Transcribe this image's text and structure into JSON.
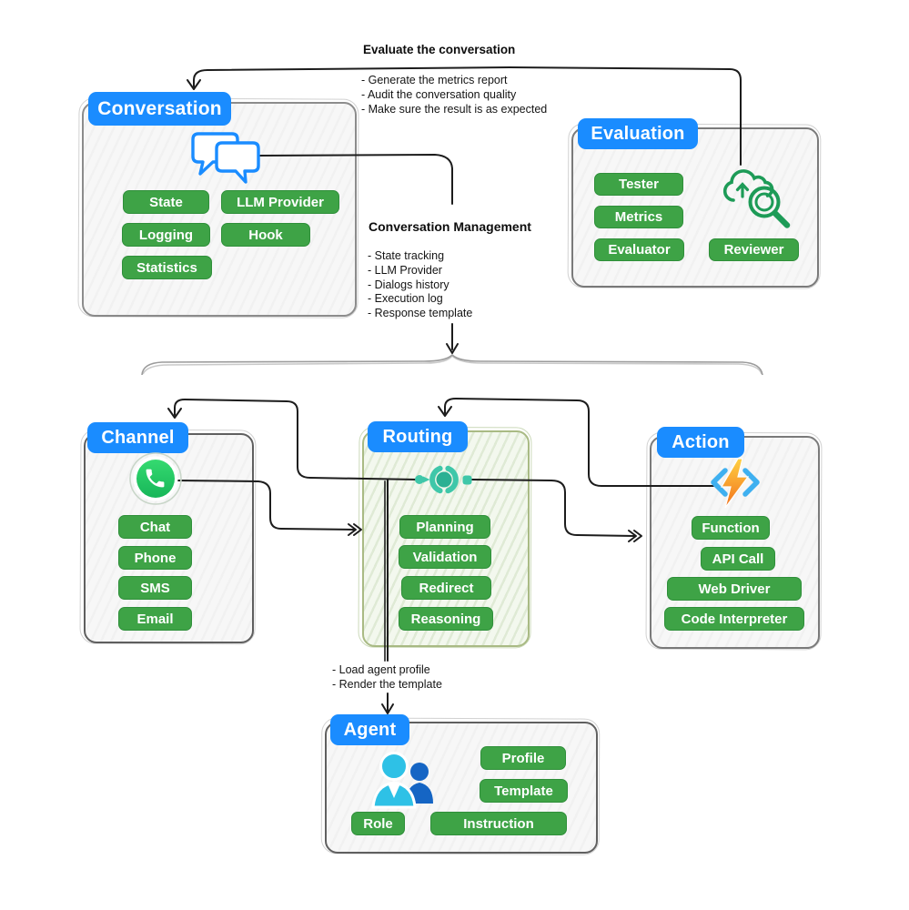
{
  "diagram": {
    "annotations": {
      "evaluate": {
        "title": "Evaluate the conversation",
        "items": [
          "- Generate the metrics report",
          "- Audit the conversation quality",
          "- Make sure the result is as expected"
        ]
      },
      "management": {
        "title": "Conversation Management",
        "items": [
          "- State tracking",
          "- LLM Provider",
          "- Dialogs history",
          "- Execution log",
          "- Response template"
        ]
      },
      "agent_load": {
        "items": [
          "- Load agent profile",
          "- Render the template"
        ]
      }
    },
    "nodes": {
      "conversation": {
        "label": "Conversation",
        "icon": "chat-bubbles",
        "badges": [
          "State",
          "LLM Provider",
          "Logging",
          "Hook",
          "Statistics"
        ]
      },
      "evaluation": {
        "label": "Evaluation",
        "icon": "cloud-search-magnifier",
        "badges": [
          "Tester",
          "Metrics",
          "Evaluator",
          "Reviewer"
        ]
      },
      "channel": {
        "label": "Channel",
        "icon": "whatsapp",
        "badges": [
          "Chat",
          "Phone",
          "SMS",
          "Email"
        ]
      },
      "routing": {
        "label": "Routing",
        "icon": "hub-spinner",
        "badges": [
          "Planning",
          "Validation",
          "Redirect",
          "Reasoning"
        ]
      },
      "action": {
        "label": "Action",
        "icon": "lightning-code-brackets",
        "badges": [
          "Function",
          "API Call",
          "Web Driver",
          "Code Interpreter"
        ]
      },
      "agent": {
        "label": "Agent",
        "icon": "people-pair",
        "badges": [
          "Role",
          "Profile",
          "Template",
          "Instruction"
        ]
      }
    },
    "edges": [
      "evaluation-icon -> conversation (arrow into Conversation)",
      "conversation-icon -> conversation-management-note",
      "conversation-management-note -> brace (down arrow)",
      "routing-hub -> channel (arrow into Channel label)",
      "whatsapp-icon -> routing (arrow into Routing box edge)",
      "action-icon -> routing (arrow into Routing label)",
      "routing-hub -> action (arrow into Action box edge)",
      "routing-hub -> agent (arrow into Agent label)"
    ],
    "colors": {
      "label_blue": "#1a8cff",
      "badge_green": "#3ea346",
      "connector_black": "#1c1c1c",
      "brace_gray": "#9c9c9c",
      "routing_border_green": "#a9ba84",
      "whatsapp_green": "#25d366",
      "hub_teal": "#3fc7a9",
      "eval_icon_green": "#1d9b57",
      "bolt_yellow": "#ffc928",
      "bolt_orange": "#f2711c",
      "bracket_blue": "#3fb0f0",
      "person_cyan": "#2ec1e6",
      "person_blue": "#1565c4"
    }
  }
}
